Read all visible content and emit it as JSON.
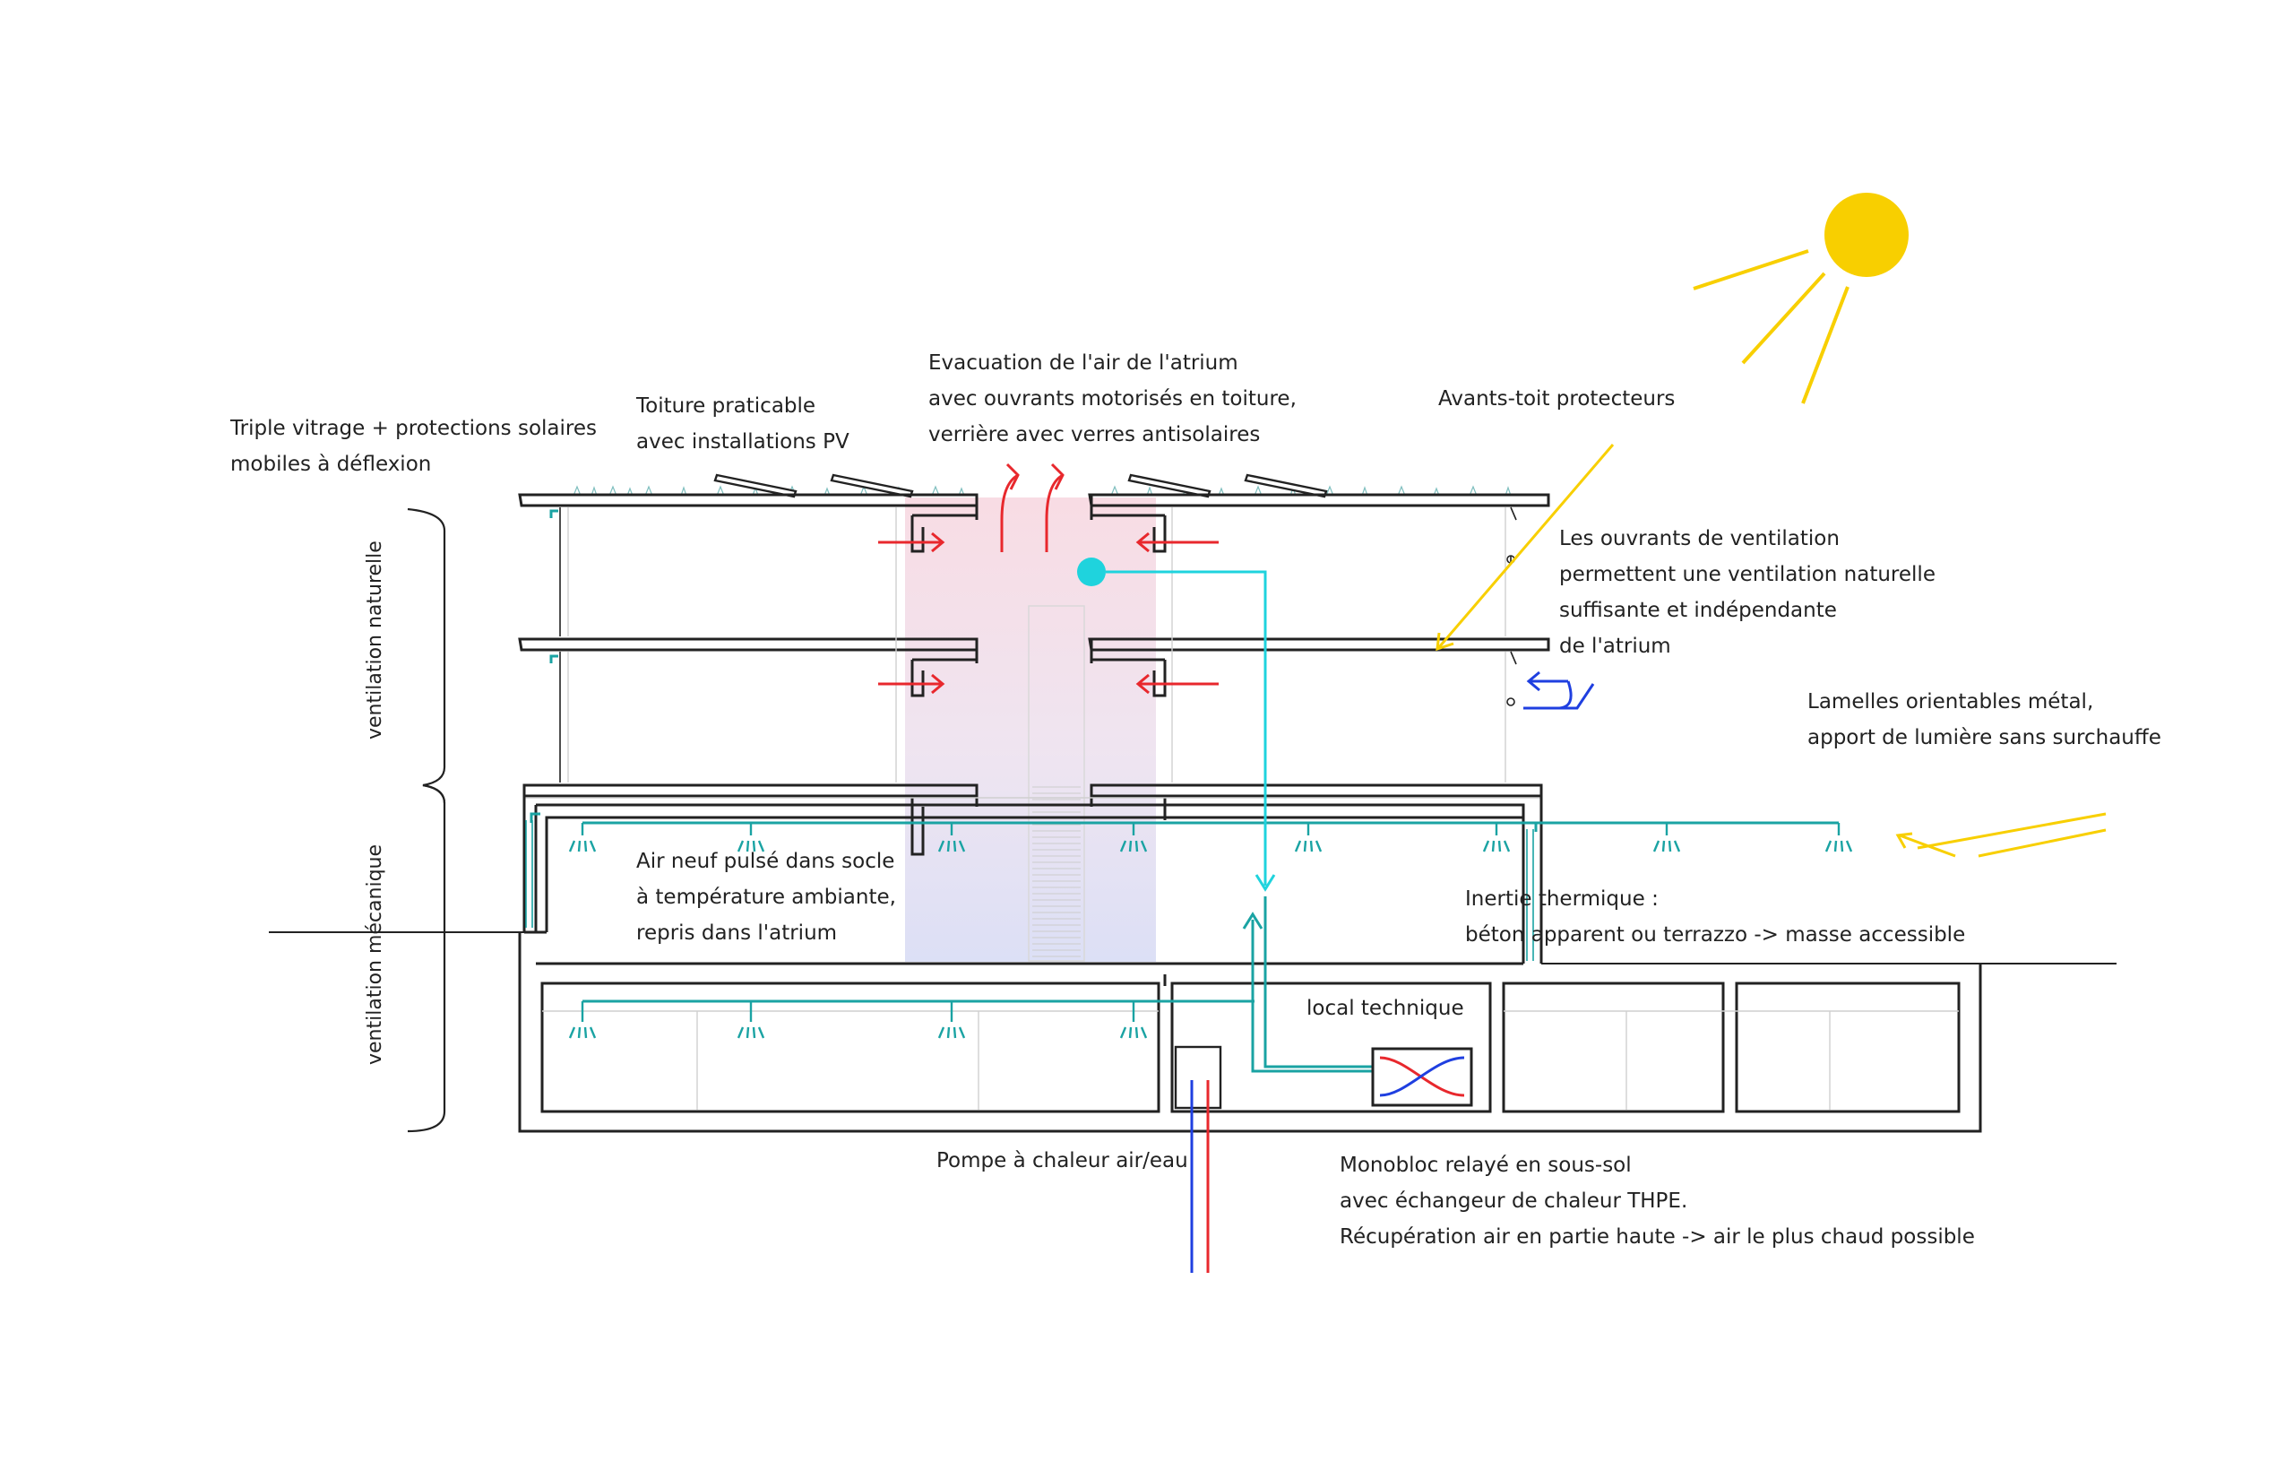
{
  "labels": {
    "triple_vitrage_1": "Triple vitrage + protections solaires",
    "triple_vitrage_2": "mobiles à déflexion",
    "toiture_1": "Toiture praticable",
    "toiture_2": "avec installations PV",
    "evacuation_1": "Evacuation de l'air de l'atrium",
    "evacuation_2": "avec ouvrants motorisés en toiture,",
    "evacuation_3": "verrière avec verres antisolaires",
    "avants_toit": "Avants-toit protecteurs",
    "ouvrants_1": "Les ouvrants de ventilation",
    "ouvrants_2": "permettent une ventilation naturelle",
    "ouvrants_3": "suffisante et indépendante",
    "ouvrants_4": "de l'atrium",
    "lamelles_1": "Lamelles orientables métal,",
    "lamelles_2": "apport de lumière sans surchauffe",
    "air_neuf_1": "Air neuf pulsé dans socle",
    "air_neuf_2": "à température ambiante,",
    "air_neuf_3": "repris dans l'atrium",
    "inertie_1": "Inertie thermique :",
    "inertie_2": "béton apparent ou terrazzo -> masse accessible",
    "local_technique": "local technique",
    "pompe": "Pompe à chaleur air/eau",
    "monobloc_1": "Monobloc relayé en sous-sol",
    "monobloc_2": "avec échangeur de chaleur THPE.",
    "monobloc_3": "Récupération air en partie haute -> air le plus chaud possible",
    "ventilation_naturelle": "ventilation naturelle",
    "ventilation_mecanique": "ventilation mécanique"
  },
  "colors": {
    "sun": "#f8cf00",
    "duct": "#1aa3a3",
    "duct_highlight": "#1fd3dd",
    "warm_air": "#e8282d",
    "cold_air": "#1f3fe0",
    "structure": "#222222",
    "atrium_top": "#f7d6df",
    "atrium_bottom": "#d6daf4"
  },
  "icons": {
    "sun": "sun-icon",
    "heat_exchanger": "heat-exchanger-icon",
    "heat_pump": "heat-pump-icon"
  }
}
